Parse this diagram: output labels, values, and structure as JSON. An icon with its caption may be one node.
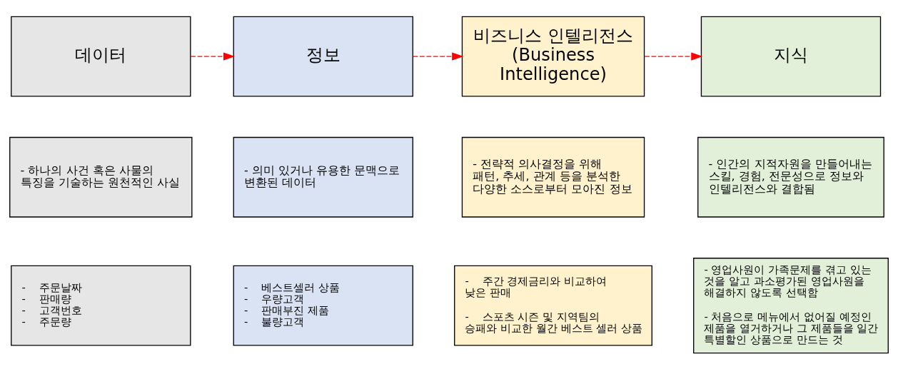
{
  "diagram": {
    "nodes": [
      {
        "text": [
          "데이터"
        ]
      },
      {
        "text": [
          "정보"
        ]
      },
      {
        "text": [
          "비즈니스 인텔리전스 (Business Intelligence)"
        ]
      },
      {
        "text": [
          "지식"
        ]
      },
      {
        "text": [
          "- 하나의 사건 혹은 사물의 특징을 기술하는 원천적인 사실"
        ]
      },
      {
        "text": [
          "- 의미 있거나 유용한 문맥으로 변환된 데이터"
        ]
      },
      {
        "text": [
          "- 전략적 의사결정을 위해 패턴, 추세, 관계 등을 분석한 다양한 소스로부터 모아진 정보"
        ]
      },
      {
        "text": [
          "- 인간의 지적자원을 만들어내는 스킬, 경험, 전문성으로 정보와 인텔리전스와 결합됨"
        ]
      },
      {
        "text": [
          "-    주문날짜",
          "-    판매량",
          "-    고객번호",
          "-    주문량"
        ]
      },
      {
        "text": [
          "-    베스트셀러 상품",
          "-    우량고객",
          "-    판매부진 제품",
          "-    불량고객"
        ]
      },
      {
        "text": [
          "-    주간 경제금리와 비교하여 낮은 판매",
          "-    스포츠 시즌 및 지역팀의 승패와 비교한 월간 베스트 셀러 상품"
        ]
      },
      {
        "text": [
          "- 영업사원이 가족문제를 겪고 있는 것을 알고 과소평가된 영업사원을 해결하지 않도록 선택함",
          "- 처음으로 메뉴에서 없어질 예정인 제품을 열거하거나 그 제품들을 일간 특별할인 상품으로 만드는 것"
        ]
      }
    ],
    "edges": [
      {
        "from": 0,
        "to": 1,
        "arrow": "to",
        "style": "dashed",
        "color": "#ff0000"
      },
      {
        "from": 1,
        "to": 2,
        "arrow": "to",
        "style": "dashed",
        "color": "#ff0000"
      },
      {
        "from": 2,
        "to": 3,
        "arrow": "to",
        "style": "dashed",
        "color": "#ff0000"
      }
    ]
  }
}
